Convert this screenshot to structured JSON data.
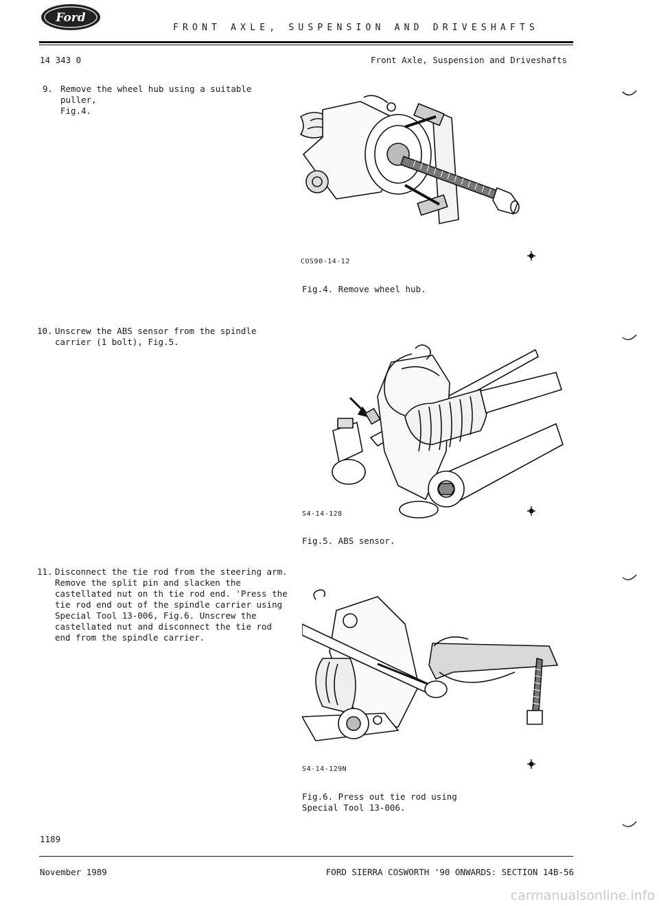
{
  "header": {
    "brand": "Ford",
    "running_title": "FRONT AXLE, SUSPENSION AND DRIVESHAFTS",
    "section_number": "14 343 0",
    "section_title": "Front Axle, Suspension and Driveshafts"
  },
  "steps": [
    {
      "number": "9.",
      "text": "Remove the wheel hub using a suitable puller,\nFig.4."
    },
    {
      "number": "10.",
      "text": "Unscrew the ABS sensor from the spindle\ncarrier (1 bolt), Fig.5."
    },
    {
      "number": "11.",
      "text": "Disconnect the tie rod from the steering arm.\nRemove the split pin and slacken the\ncastellated nut on th tie rod end. 'Press the\ntie rod end out of the spindle carrier using\nSpecial Tool 13-006, Fig.6.  Unscrew the\ncastellated nut and disconnect the tie rod\nend from the spindle carrier."
    }
  ],
  "figures": [
    {
      "ref": "COS90-14-12",
      "caption": "Fig.4. Remove wheel hub."
    },
    {
      "ref": "S4-14-128",
      "caption": "Fig.5. ABS sensor."
    },
    {
      "ref": "S4-14-129N",
      "caption": "Fig.6. Press out tie rod using\n       Special Tool 13-006."
    }
  ],
  "footer": {
    "page_code": "1189",
    "date": "November 1989",
    "publication": "FORD SIERRA COSWORTH '90 ONWARDS: SECTION 14B-56"
  },
  "watermark": "carmanualsonline.info",
  "icons": [
    "ford-logo-icon",
    "registration-mark-icon",
    "check-tick-icon"
  ],
  "colors": {
    "ink": "#1a1a1a",
    "logo": "#222222",
    "watermark": "#c9c9c9"
  }
}
